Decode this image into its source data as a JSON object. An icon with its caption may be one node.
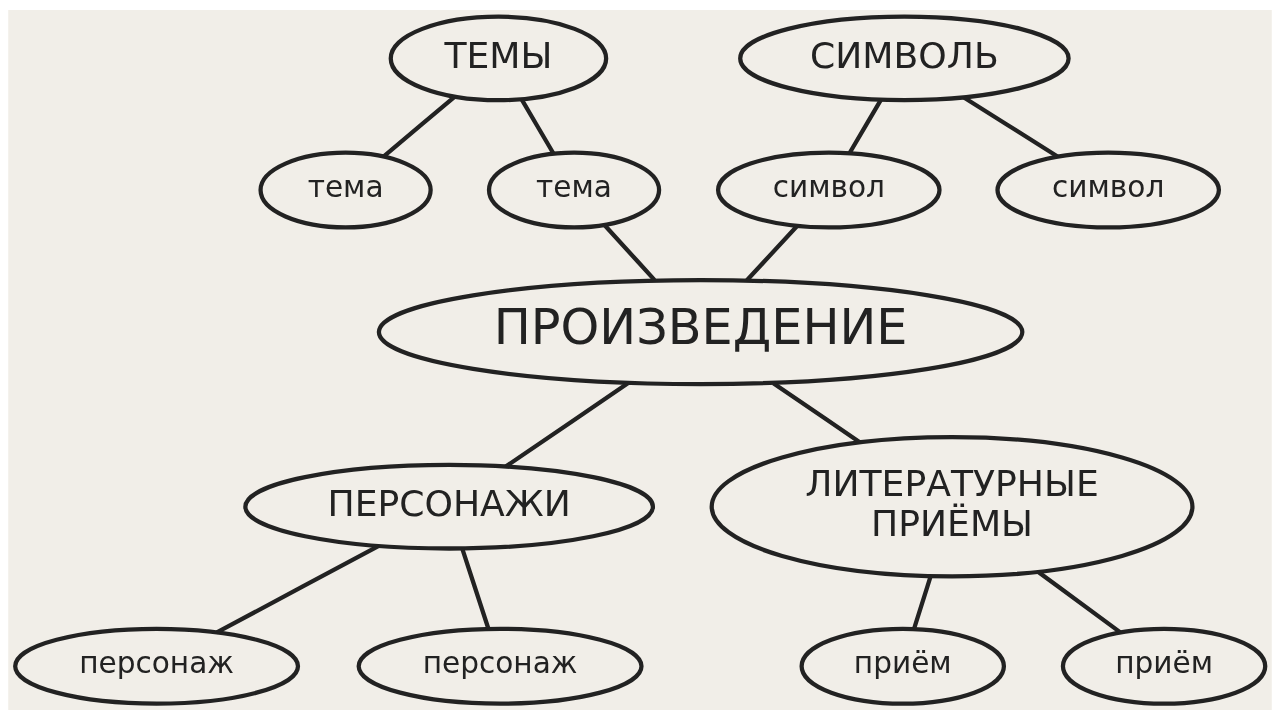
{
  "diagram": {
    "nodes": [
      {
        "text": [
          "ТЕМЫ"
        ]
      },
      {
        "text": [
          "СИМВОЛЬ"
        ]
      },
      {
        "text": [
          "тема"
        ]
      },
      {
        "text": [
          "тема"
        ]
      },
      {
        "text": [
          "символ"
        ]
      },
      {
        "text": [
          "символ"
        ]
      },
      {
        "text": [
          "ПРОИЗВЕДЕНИЕ"
        ]
      },
      {
        "text": [
          "ПЕРСОНАЖИ"
        ]
      },
      {
        "text": [
          "ЛИТЕРАТУРНЫЕ ПРИЁМЫ"
        ]
      },
      {
        "text": [
          "персонаж"
        ]
      },
      {
        "text": [
          "персонаж"
        ]
      },
      {
        "text": [
          "приём"
        ]
      },
      {
        "text": [
          "приём"
        ]
      }
    ],
    "edges": [
      {
        "from": 0,
        "to": 2,
        "arrow": "none"
      },
      {
        "from": 0,
        "to": 3,
        "arrow": "none"
      },
      {
        "from": 3,
        "to": 6,
        "arrow": "none"
      },
      {
        "from": 1,
        "to": 4,
        "arrow": "none"
      },
      {
        "from": 1,
        "to": 5,
        "arrow": "none"
      },
      {
        "from": 4,
        "to": 6,
        "arrow": "none"
      },
      {
        "from": 6,
        "to": 7,
        "arrow": "none"
      },
      {
        "from": 6,
        "to": 8,
        "arrow": "none"
      },
      {
        "from": 7,
        "to": 9,
        "arrow": "none"
      },
      {
        "from": 7,
        "to": 10,
        "arrow": "none"
      },
      {
        "from": 8,
        "to": 11,
        "arrow": "none"
      },
      {
        "from": 8,
        "to": 12,
        "arrow": "none"
      }
    ]
  }
}
